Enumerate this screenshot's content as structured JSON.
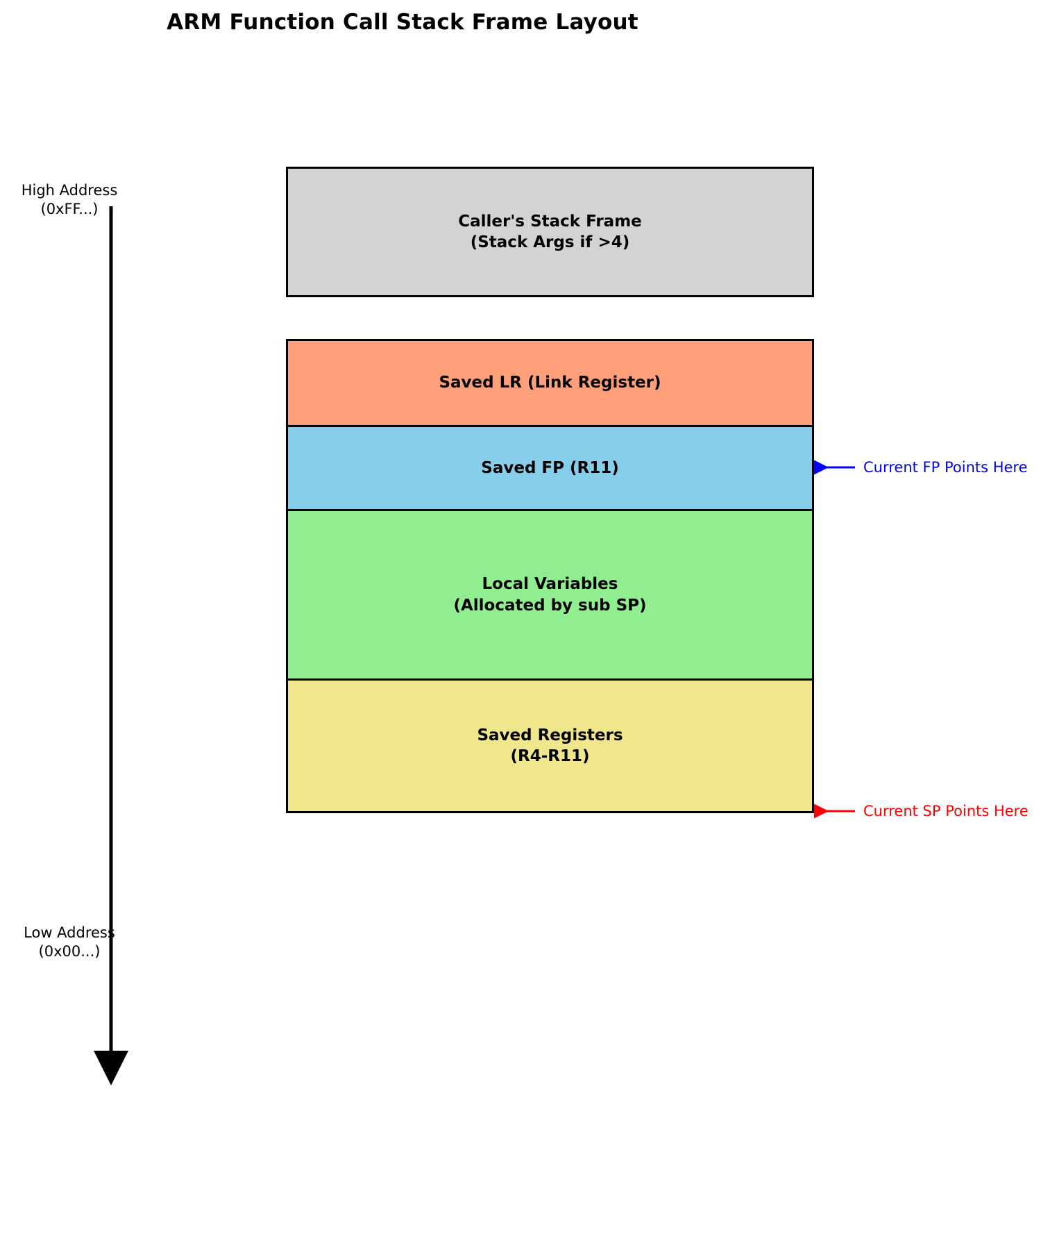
{
  "title": "ARM Function Call Stack Frame Layout",
  "axis": {
    "high_label": "High Address\n(0xFF...)",
    "low_label": "Low Address\n(0x00...)",
    "direction": "downward",
    "color": "#000000"
  },
  "stack": {
    "blocks": [
      {
        "id": "callers-stack-frame",
        "label": "Caller's Stack Frame\n(Stack Args if >4)",
        "color": "#d3d3d3"
      },
      {
        "id": "saved-lr",
        "label": "Saved LR (Link Register)",
        "color": "#ffa07a"
      },
      {
        "id": "saved-fp",
        "label": "Saved FP (R11)",
        "color": "#87ceeb"
      },
      {
        "id": "local-variables",
        "label": "Local Variables\n(Allocated by sub SP)",
        "color": "#90ee90"
      },
      {
        "id": "saved-registers",
        "label": "Saved Registers\n(R4-R11)",
        "color": "#f0e68c"
      }
    ]
  },
  "annotations": {
    "fp_pointer": {
      "text": "Current FP Points Here",
      "color": "#0000ff",
      "target": "saved-fp"
    },
    "sp_pointer": {
      "text": "Current SP Points Here",
      "color": "#ff0000",
      "target": "saved-registers"
    }
  }
}
